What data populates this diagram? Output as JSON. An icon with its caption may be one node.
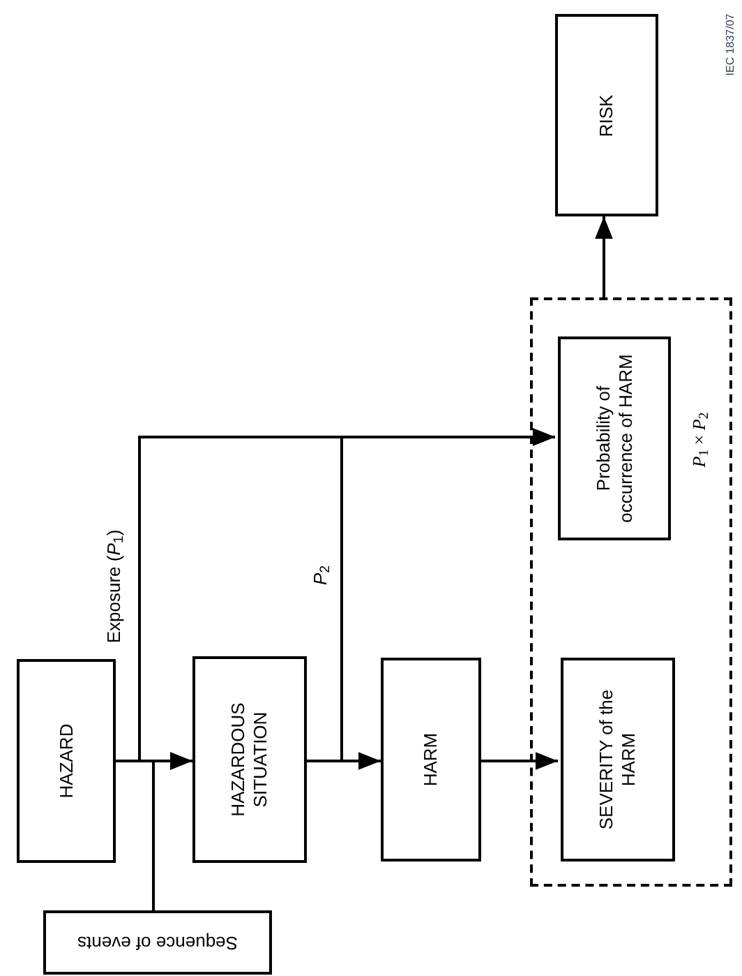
{
  "diagram": {
    "nodes": [
      {
        "text": [
          "Sequence of events"
        ]
      },
      {
        "text": [
          "HAZARD"
        ]
      },
      {
        "text": [
          "HAZARDOUS SITUATION"
        ]
      },
      {
        "text": [
          "HARM"
        ]
      },
      {
        "text": [
          "*P*$_{1}$ × *P*$_{2}$"
        ]
      },
      {
        "text": [
          "Probability of occurrence of HARM"
        ],
        "in": 4
      },
      {
        "text": [
          "SEVERITY of the HARM"
        ],
        "in": 4
      },
      {
        "text": [
          "RISK"
        ]
      }
    ],
    "edges": [
      {
        "from": 1,
        "to": 2,
        "arrow": "to"
      },
      {
        "from": 0,
        "to": 2,
        "arrow": "to"
      },
      {
        "from": 1,
        "to": 5,
        "arrow": "to",
        "label": "Exposure (*P*$_{1}$)"
      },
      {
        "from": 2,
        "to": 3,
        "arrow": "to"
      },
      {
        "from": 2,
        "to": 5,
        "arrow": "to",
        "label": "*P*$_{2}$"
      },
      {
        "from": 3,
        "to": 6,
        "arrow": "to"
      },
      {
        "from": 4,
        "to": 7,
        "arrow": "to"
      }
    ],
    "labels": [
      "IEC 1837/07"
    ]
  }
}
